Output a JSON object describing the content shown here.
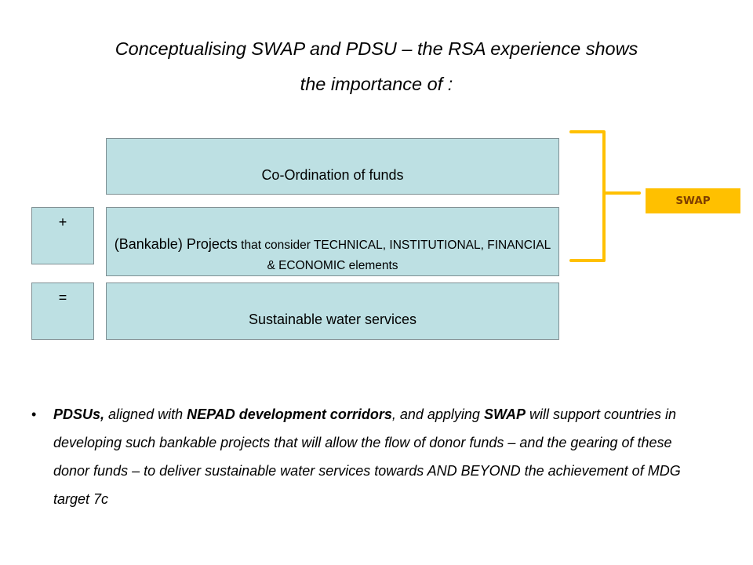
{
  "title": {
    "line1": "Conceptualising SWAP and PDSU – the RSA experience shows",
    "line2": "the importance of :"
  },
  "diagram": {
    "coordination": "Co-Ordination of funds",
    "projects_lead": "(Bankable) Projects",
    "projects_rest": " that consider TECHNICAL, INSTITUTIONAL, FINANCIAL & ECONOMIC elements",
    "plus": "+",
    "equals": "=",
    "outcome": "Sustainable water services",
    "swap_label": "SWAP",
    "brace_color": "#ffc000",
    "box_color": "#bde0e3"
  },
  "bullet": {
    "marker": "•",
    "part1": "PDSUs,",
    "part2": " aligned with ",
    "part3": "NEPAD development corridors",
    "part4": ", and applying ",
    "part5": "SWAP",
    "part6": " will support countries in developing such bankable projects that will allow the flow of donor funds – and the gearing of these donor funds – to deliver sustainable water services towards AND BEYOND the achievement of MDG target 7c"
  }
}
